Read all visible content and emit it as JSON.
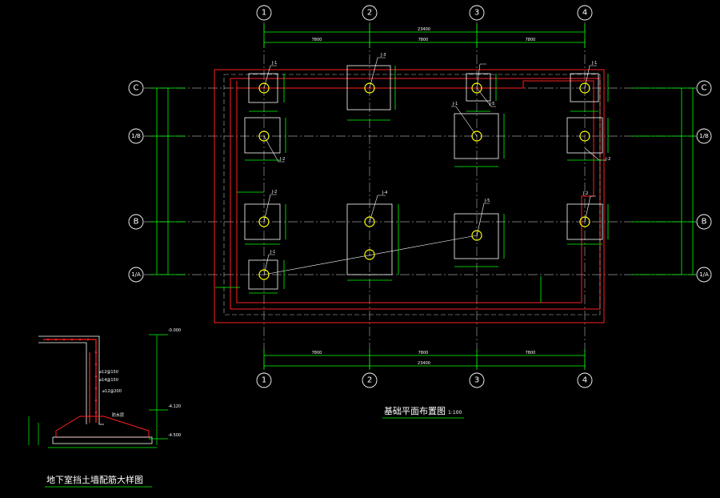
{
  "plan_title": "基础平面布置图",
  "plan_title_suffix": "1:100",
  "detail_title": "地下室挡土墙配筋大样图",
  "grid_cols": [
    "1",
    "2",
    "3",
    "4"
  ],
  "grid_rows": [
    "C",
    "1/B",
    "B",
    "1/A"
  ],
  "dims": {
    "total": "23400",
    "span": "7800"
  },
  "footing_labels": [
    "J-1",
    "J-2",
    "J-3",
    "J-4",
    "J-5"
  ],
  "detail": {
    "elev_top": "-0.000",
    "elev_mid": "-4.120",
    "elev_bot": "-4.500",
    "rebar1": "⌀12@150",
    "rebar2": "⌀14@150",
    "rebar3": "⌀12@200",
    "note": "防水层"
  },
  "colors": {
    "grid": "#00ff00",
    "footing": "#ffffff",
    "column": "#ffff00",
    "outline": "#ff2020",
    "axis": "#9a9a9a"
  }
}
